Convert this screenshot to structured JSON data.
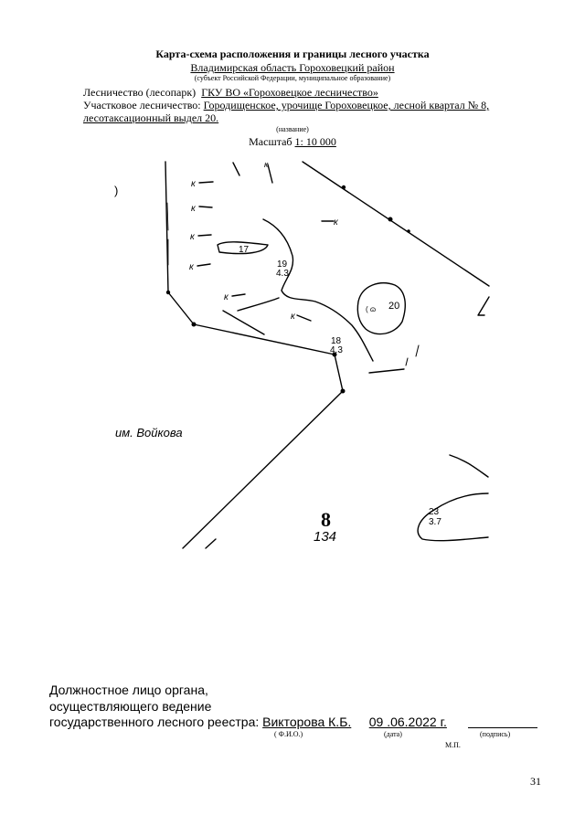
{
  "header": {
    "title": "Карта-схема расположения и границы лесного участка",
    "region": "Владимирская область Гороховецкий район",
    "region_note": "(субъект Российской Федерации, муниципальное образование)",
    "forestry_label": "Лесничество (лесопарк)",
    "forestry_value": "ГКУ ВО «Гороховецкое лесничество»",
    "district_label": "Участковое лесничество:",
    "district_value": "Городищенское, урочище Гороховецкое, лесной квартал № 8,",
    "district_value_2": "лесотаксационный выдел 20.",
    "name_note": "(название)",
    "scale_label": "Масштаб",
    "scale_value": "1: 10 000"
  },
  "map": {
    "edge_mark": ")",
    "place_name": "им. Войкова",
    "quarter_number": "8",
    "quarter_area": "134",
    "parcels": [
      {
        "id": "17"
      },
      {
        "id": "19",
        "sub": "4.3"
      },
      {
        "id": "20",
        "prefix": "( ɷ"
      },
      {
        "id": "18",
        "sub": "4.3"
      },
      {
        "id": "23",
        "sub": "3.7"
      }
    ],
    "arrow_mark": "к"
  },
  "signature": {
    "line1": "Должностное лицо органа,",
    "line2": "осуществляющего ведение",
    "line3_label": "государственного лесного реестра:",
    "name": "Викторова К.Б.",
    "date": "09 .06.2022 г.",
    "fio_note": "( Ф.И.О.)",
    "date_note": "(дата)",
    "sign_note": "(подпись)",
    "stamp_note": "М.П."
  },
  "page_number": "31"
}
